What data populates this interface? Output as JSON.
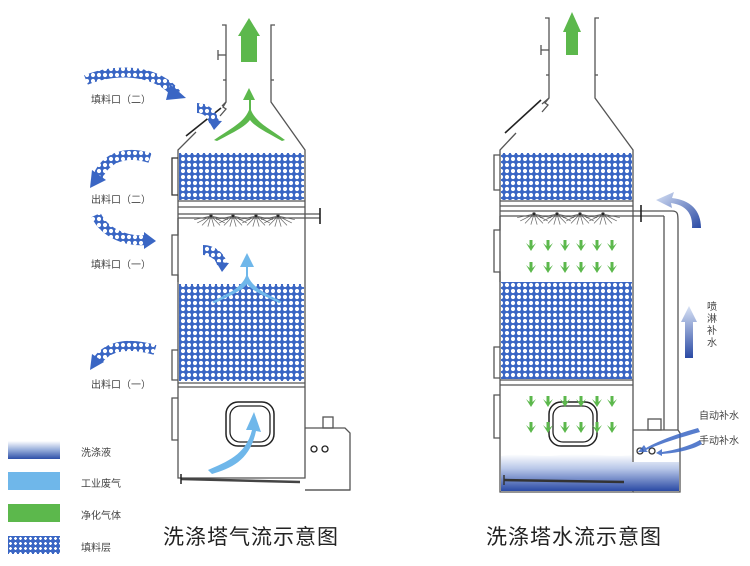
{
  "left_diagram": {
    "title": "洗涤塔气流示意图",
    "labels": {
      "fill_port_2": "填料口（二）",
      "outlet_port_2": "出料口（二）",
      "fill_port_1": "填料口（一）",
      "outlet_port_1": "出料口（一）"
    }
  },
  "right_diagram": {
    "title": "洗涤塔水流示意图",
    "labels": {
      "spray_makeup_water": "喷淋补水",
      "auto_makeup_water": "自动补水",
      "manual_makeup_water": "手动补水"
    }
  },
  "legend": [
    {
      "label": "洗涤液",
      "icon": "washing-liquid-swatch",
      "color": "#2d4fa8"
    },
    {
      "label": "工业废气",
      "icon": "industrial-waste-gas-swatch",
      "color": "#6fb7ea"
    },
    {
      "label": "净化气体",
      "icon": "purified-gas-swatch",
      "color": "#5cb84c"
    },
    {
      "label": "填料层",
      "icon": "packing-layer-swatch",
      "color": "#3a66c4"
    }
  ],
  "colors": {
    "washing_liquid": "#2d4fa8",
    "waste_gas": "#6fb7ea",
    "clean_gas": "#5cb84c",
    "packing": "#3a66c4",
    "outline": "#555555"
  }
}
